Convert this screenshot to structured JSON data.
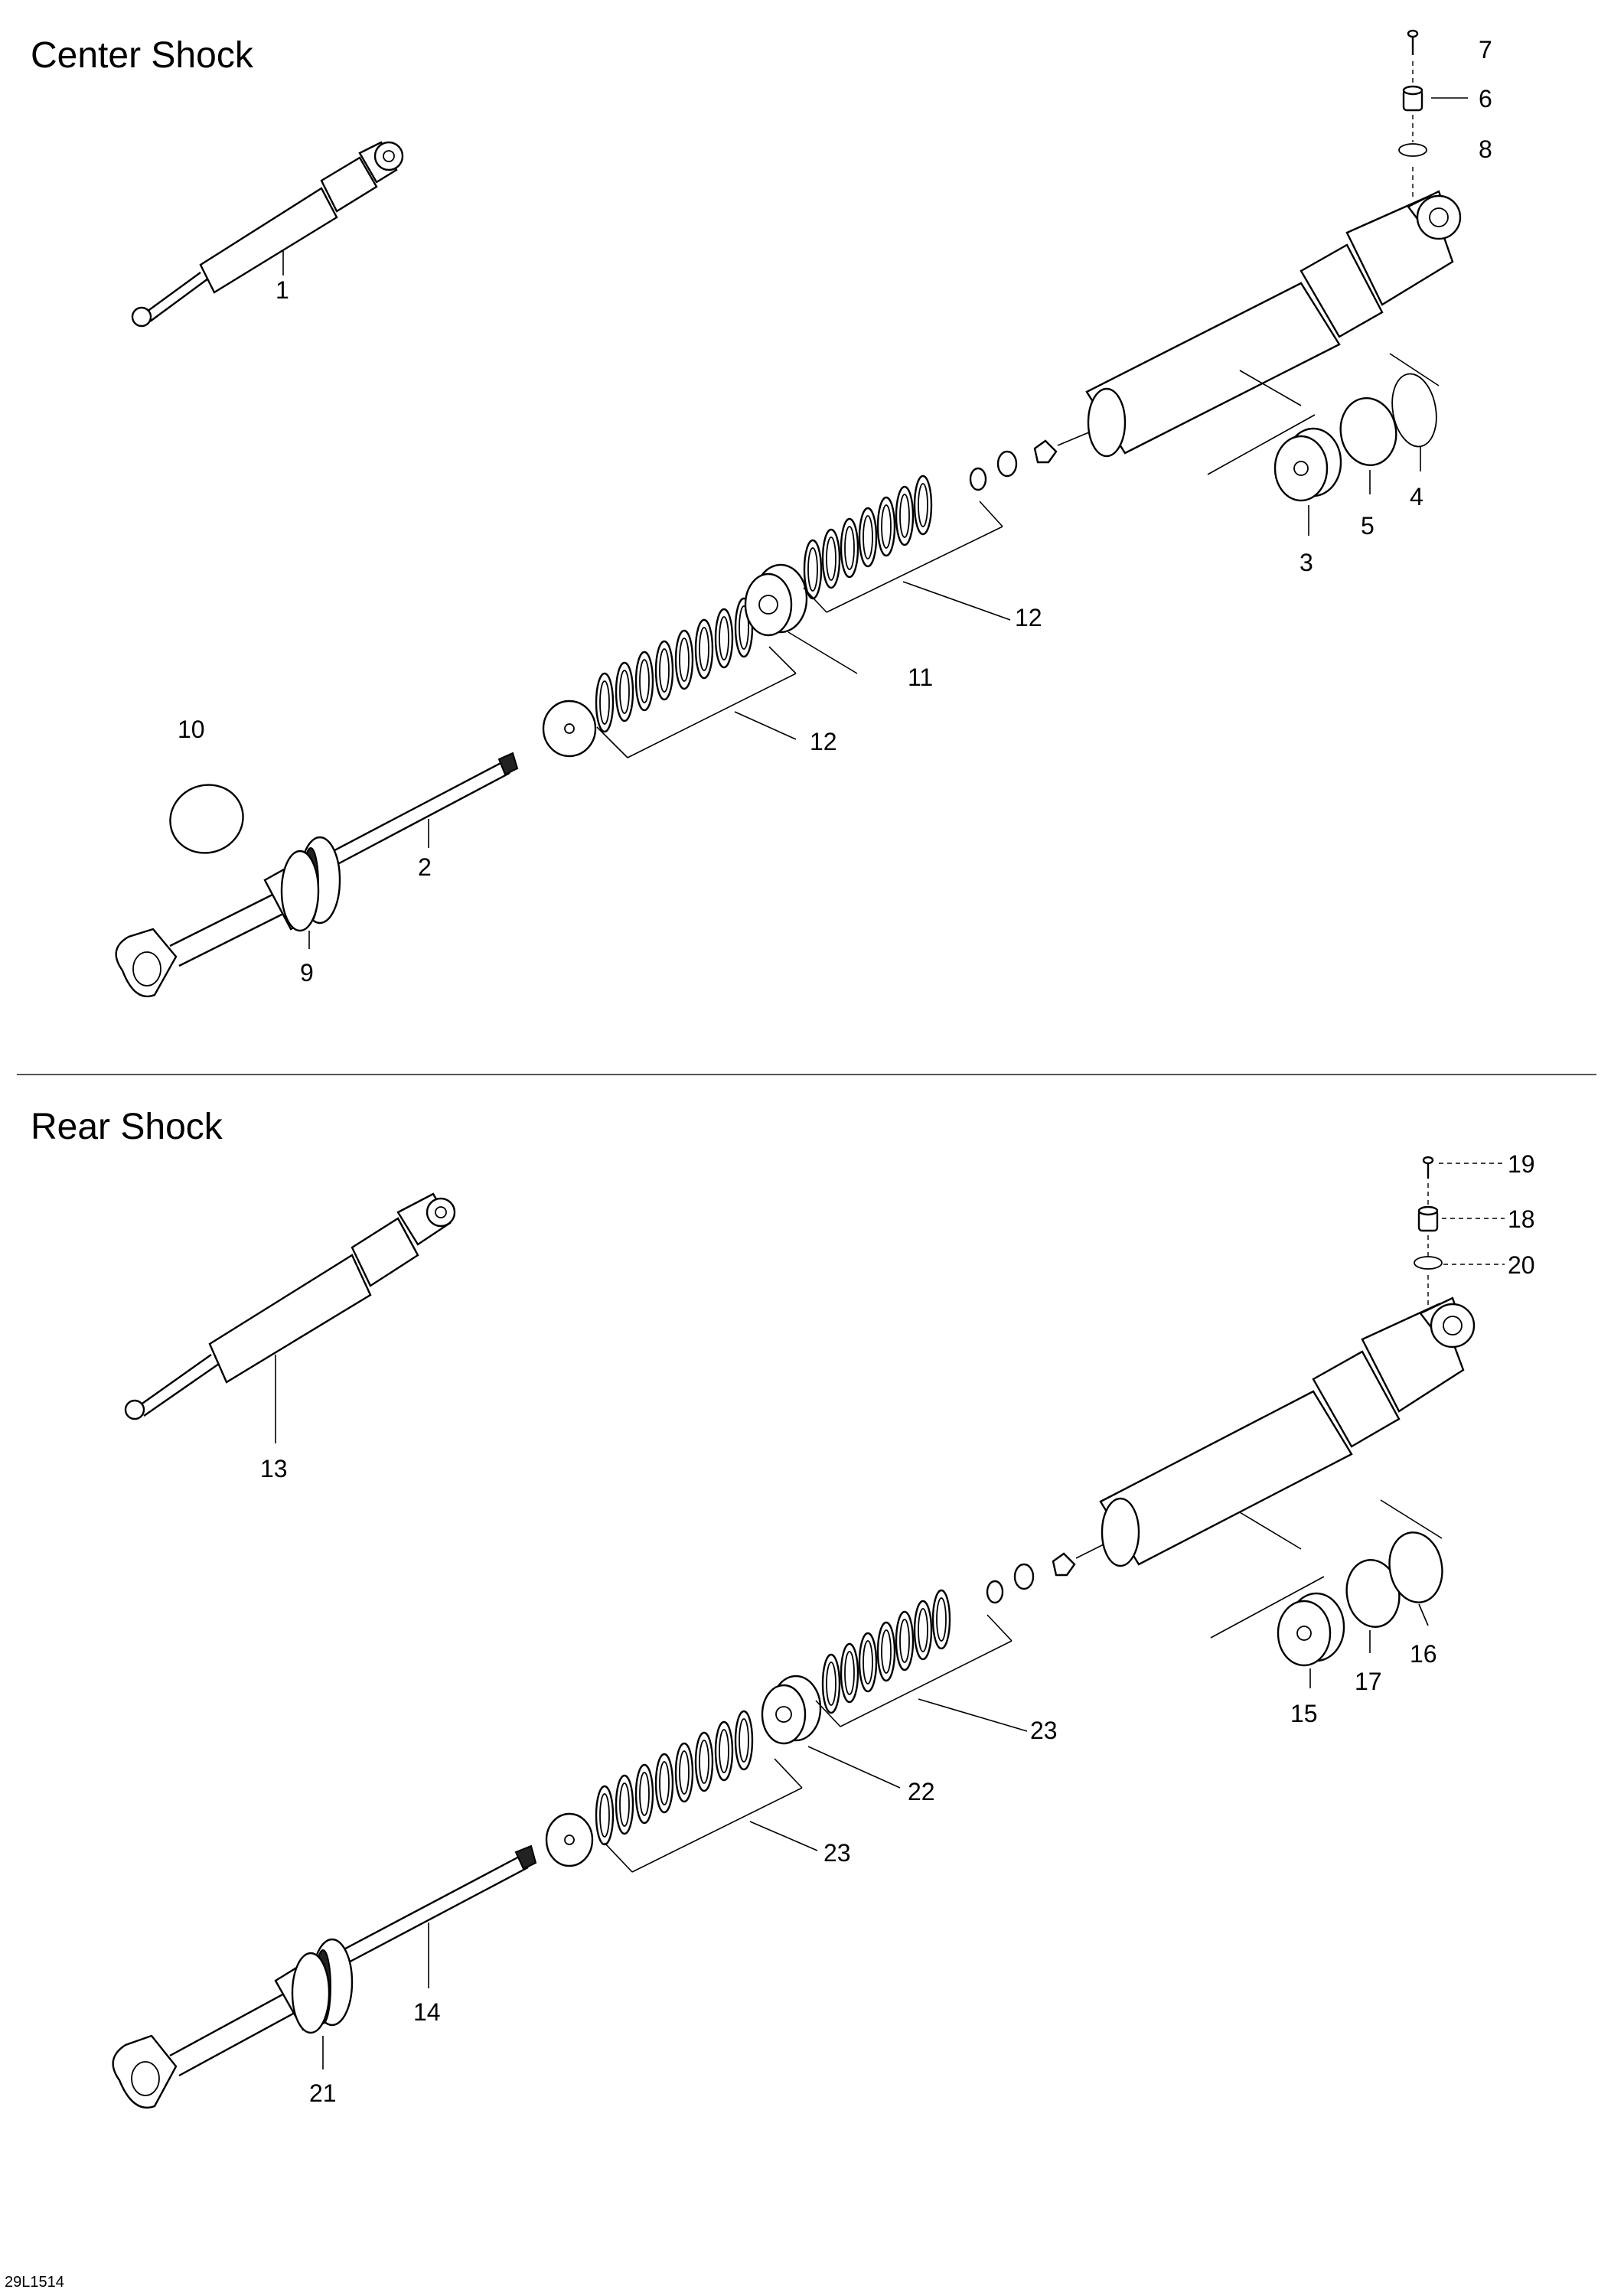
{
  "sections": [
    {
      "title": "Center Shock",
      "callouts": [
        "1",
        "2",
        "3",
        "4",
        "5",
        "6",
        "7",
        "8",
        "9",
        "10",
        "11",
        "12",
        "12"
      ]
    },
    {
      "title": "Rear Shock",
      "callouts": [
        "13",
        "14",
        "15",
        "16",
        "17",
        "18",
        "19",
        "20",
        "21",
        "22",
        "23",
        "23"
      ]
    }
  ],
  "drawing_number": "29L1514"
}
